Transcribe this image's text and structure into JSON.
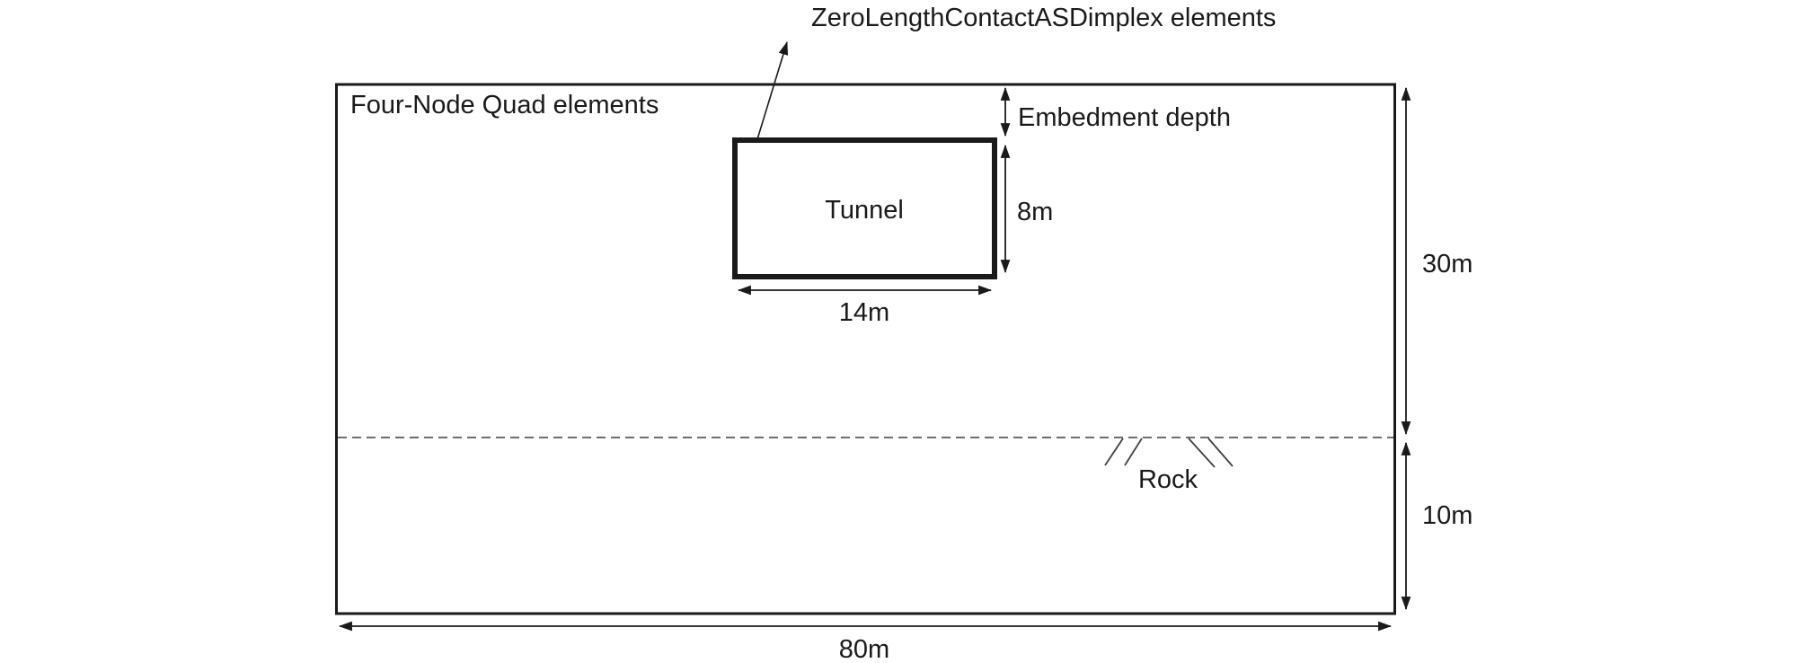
{
  "diagram": {
    "title_annotation": "ZeroLengthContactASDimplex elements",
    "annotations": {
      "quad_elements": "Four-Node Quad elements",
      "tunnel": "Tunnel",
      "embedment_depth": "Embedment depth",
      "rock": "Rock"
    },
    "dimensions": {
      "tunnel_height": "8m",
      "tunnel_width": "14m",
      "upper_soil_depth": "30m",
      "rock_layer_depth": "10m",
      "model_width": "80m"
    },
    "colors": {
      "line": "#1a1a1a",
      "dashed_line": "#3f3f3f",
      "background": "#ffffff"
    }
  }
}
